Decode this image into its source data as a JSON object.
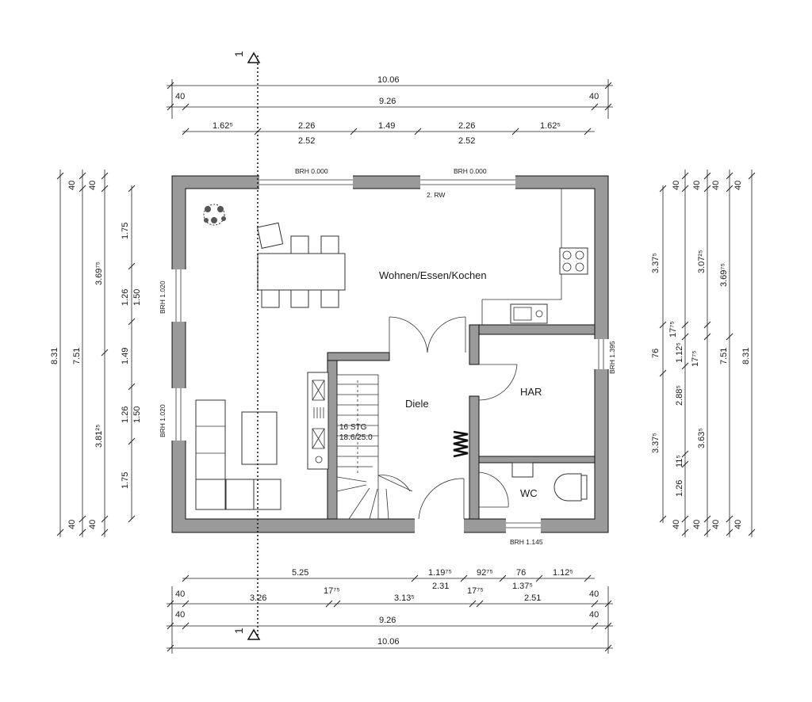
{
  "section_marker": {
    "label": "1"
  },
  "rooms": {
    "living": "Wohnen/Essen/Kochen",
    "hall": "Diele",
    "utility": "HAR",
    "wc": "WC"
  },
  "annotations": {
    "brh_top_left": "BRH 0.000",
    "brh_top_right": "BRH 0.000",
    "rw": "2. RW",
    "brh_left_1": "BRH 1.020",
    "brh_left_2": "BRH 1.020",
    "brh_right": "BRH 1.395",
    "brh_bottom": "BRH 1.145",
    "stairs_line1": "16 STG",
    "stairs_line2": "18.6/25.0"
  },
  "dims_top": {
    "overall": "10.06",
    "outer_left": "40",
    "inner": "9.26",
    "outer_right": "40",
    "row3": [
      "1.62⁵",
      "2.26",
      "1.49",
      "2.26",
      "1.62⁵"
    ],
    "row3_sub": [
      "2.52",
      "2.52"
    ]
  },
  "dims_bottom": {
    "row1": [
      "5.25",
      "1.19⁷⁵",
      "92⁷⁵",
      "76",
      "1.12⁵"
    ],
    "row1_sub": [
      "2.31",
      "1.37⁵"
    ],
    "row2": [
      "40",
      "3.26",
      "17⁷⁵",
      "3.13⁵",
      "17⁷⁵",
      "2.51",
      "40"
    ],
    "row3": [
      "40",
      "9.26",
      "40"
    ],
    "overall": "10.06"
  },
  "dims_left": {
    "overall": "8.31",
    "outer_top": "40",
    "inner": "7.51",
    "outer_bottom": "40",
    "row3": [
      "40",
      "3.69⁷⁵",
      "3.81²⁵",
      "40"
    ],
    "row4": [
      "1.75",
      "1.26",
      "1.50",
      "1.49",
      "1.26",
      "1.50",
      "1.75"
    ]
  },
  "dims_right": {
    "col1": [
      "40",
      "3.37⁵",
      "76",
      "3.37⁵",
      "40"
    ],
    "col2": [
      "40",
      "17⁷⁵",
      "1.12⁵",
      "2.88⁵",
      "11⁵",
      "1.26",
      "40"
    ],
    "col3": [
      "40",
      "3.07²⁵",
      "17⁷⁵",
      "3.63⁵",
      "40"
    ],
    "col4": [
      "40",
      "3.69⁷⁵",
      "7.51",
      "40"
    ],
    "col5": "8.31"
  }
}
